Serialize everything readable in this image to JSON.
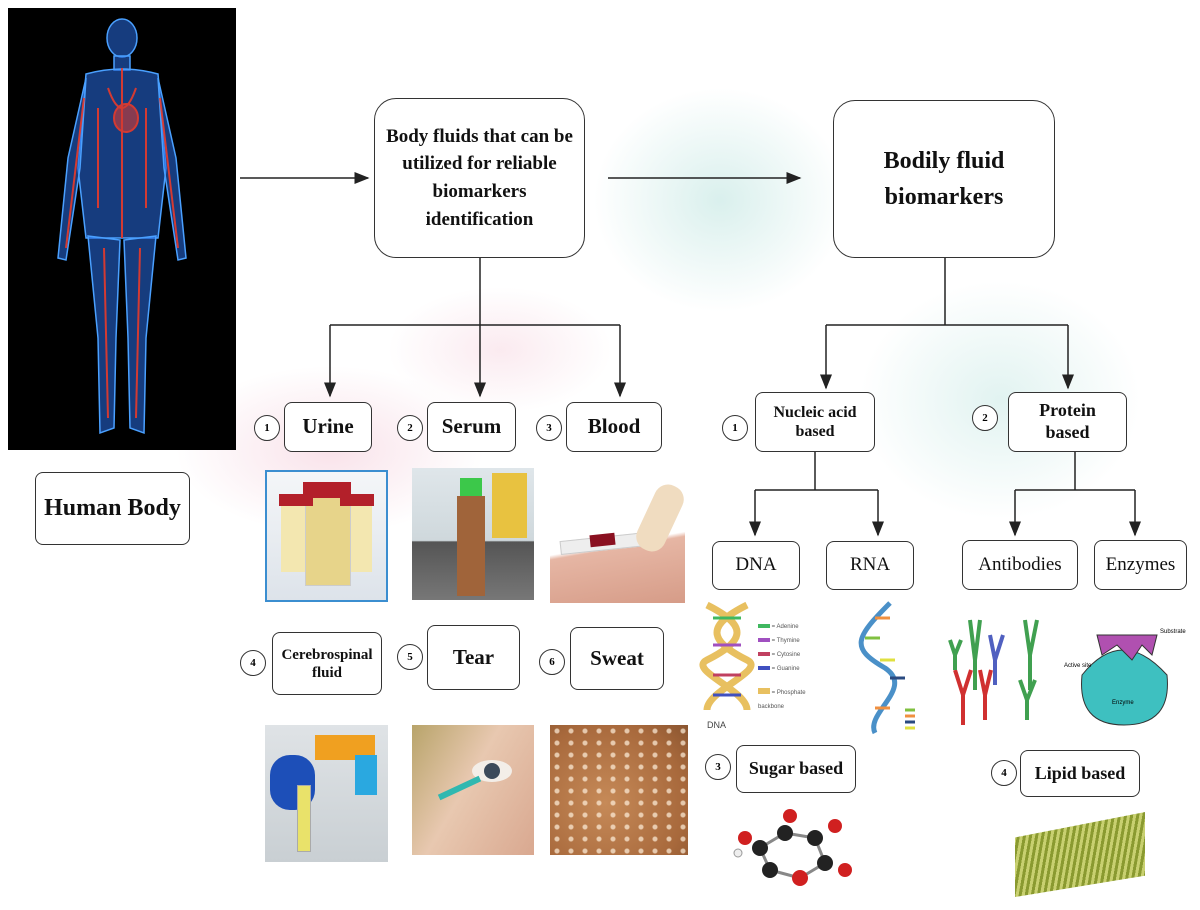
{
  "human_body": {
    "label": "Human Body"
  },
  "fluids_box": {
    "label": "Body fluids that can be utilized for reliable biomarkers identification"
  },
  "biomarkers_box": {
    "label": "Bodily fluid biomarkers"
  },
  "fluids": [
    {
      "num": "1",
      "label": "Urine"
    },
    {
      "num": "2",
      "label": "Serum"
    },
    {
      "num": "3",
      "label": "Blood"
    },
    {
      "num": "4",
      "label": "Cerebrospinal fluid"
    },
    {
      "num": "5",
      "label": "Tear"
    },
    {
      "num": "6",
      "label": "Sweat"
    }
  ],
  "biomarkers": [
    {
      "num": "1",
      "label": "Nucleic acid based",
      "children": [
        "DNA",
        "RNA"
      ]
    },
    {
      "num": "2",
      "label": "Protein based",
      "children": [
        "Antibodies",
        "Enzymes"
      ]
    },
    {
      "num": "3",
      "label": "Sugar based"
    },
    {
      "num": "4",
      "label": "Lipid based"
    }
  ],
  "dna_legend": [
    "= Adenine",
    "= Thymine",
    "= Cytosine",
    "= Guanine",
    "= Phosphate backbone"
  ],
  "dna_caption": "DNA",
  "enzyme_labels": {
    "substrate": "Substrate",
    "active_site": "Active site",
    "enzyme": "Enzyme"
  },
  "colors": {
    "line": "#222222",
    "box_border": "#333333",
    "body_glow": "#e83a2a",
    "body_outline": "#3a8ee8"
  }
}
